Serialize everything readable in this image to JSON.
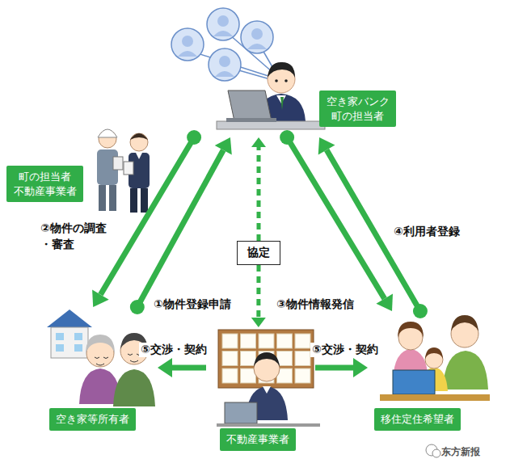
{
  "diagram": {
    "nodes": [
      {
        "text": [
          "空き家バンク 町の担当者"
        ]
      },
      {
        "text": [
          "町の担当者 不動産事業者"
        ]
      },
      {
        "text": [
          "空き家等所有者"
        ]
      },
      {
        "text": [
          "不動産事業者"
        ]
      },
      {
        "text": [
          "移住定住希望者"
        ]
      },
      {
        "text": [
          "協定"
        ]
      }
    ],
    "edges": [
      {
        "from": 2,
        "to": 0,
        "label": "①物件登録申請",
        "arrow": "to"
      },
      {
        "from": 0,
        "to": 2,
        "label": "②物件の調査 ・審査",
        "arrow": "to"
      },
      {
        "from": 0,
        "to": 4,
        "label": "③物件情報発信",
        "arrow": "to"
      },
      {
        "from": 4,
        "to": 0,
        "label": "④利用者登録",
        "arrow": "to"
      },
      {
        "from": 3,
        "to": 2,
        "label": "⑤交渉・契約",
        "arrow": "to"
      },
      {
        "from": 3,
        "to": 4,
        "label": "⑤交渉・契約",
        "arrow": "to"
      },
      {
        "from": 5,
        "to": 0,
        "arrow": "to"
      },
      {
        "from": 5,
        "to": 3,
        "arrow": "to"
      }
    ],
    "labels": [
      "东方新报"
    ]
  }
}
